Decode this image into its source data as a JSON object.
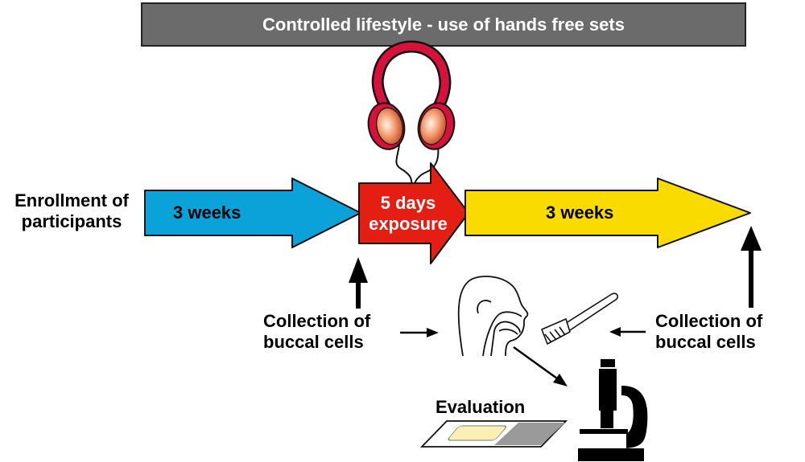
{
  "header": {
    "title": "Controlled lifestyle - use of hands free sets"
  },
  "timeline": {
    "enrollment_line1": "Enrollment of",
    "enrollment_line2": "participants",
    "phase1_label": "3 weeks",
    "exposure_line1": "5 days",
    "exposure_line2": "exposure",
    "phase2_label": "3 weeks"
  },
  "collection_left": {
    "line1": "Collection of",
    "line2": "buccal cells"
  },
  "collection_right": {
    "line1": "Collection of",
    "line2": "buccal cells"
  },
  "evaluation": {
    "label": "Evaluation"
  },
  "colors": {
    "banner": "#6b6b6b",
    "phase1_arrow": "#0aa2d8",
    "exposure_arrow": "#e41e13",
    "phase2_arrow": "#f9db00",
    "headphones": "#d6113a"
  },
  "icons": [
    "headphones-icon",
    "head-profile-icon",
    "toothbrush-icon",
    "microscope-icon",
    "microscope-slide-icon"
  ]
}
